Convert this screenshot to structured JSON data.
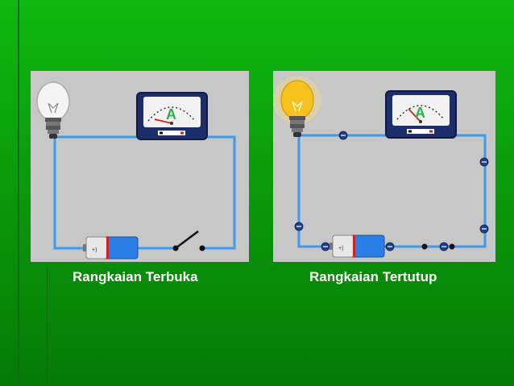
{
  "slide": {
    "background": "#0fb80f",
    "panels": [
      {
        "id": "open",
        "caption": "Rangkaian Terbuka",
        "bulb_lit": false,
        "switch_closed": false,
        "electrons": false
      },
      {
        "id": "closed",
        "caption": "Rangkaian Tertutup",
        "bulb_lit": true,
        "switch_closed": true,
        "electrons": true
      }
    ],
    "ammeter_symbol": "A",
    "wire_color": "#3d9be9",
    "bulb_lit_color": "#f6c21b",
    "icons": [
      "light-bulb-icon",
      "ammeter-icon",
      "battery-icon",
      "switch-icon",
      "electron-icon"
    ]
  }
}
